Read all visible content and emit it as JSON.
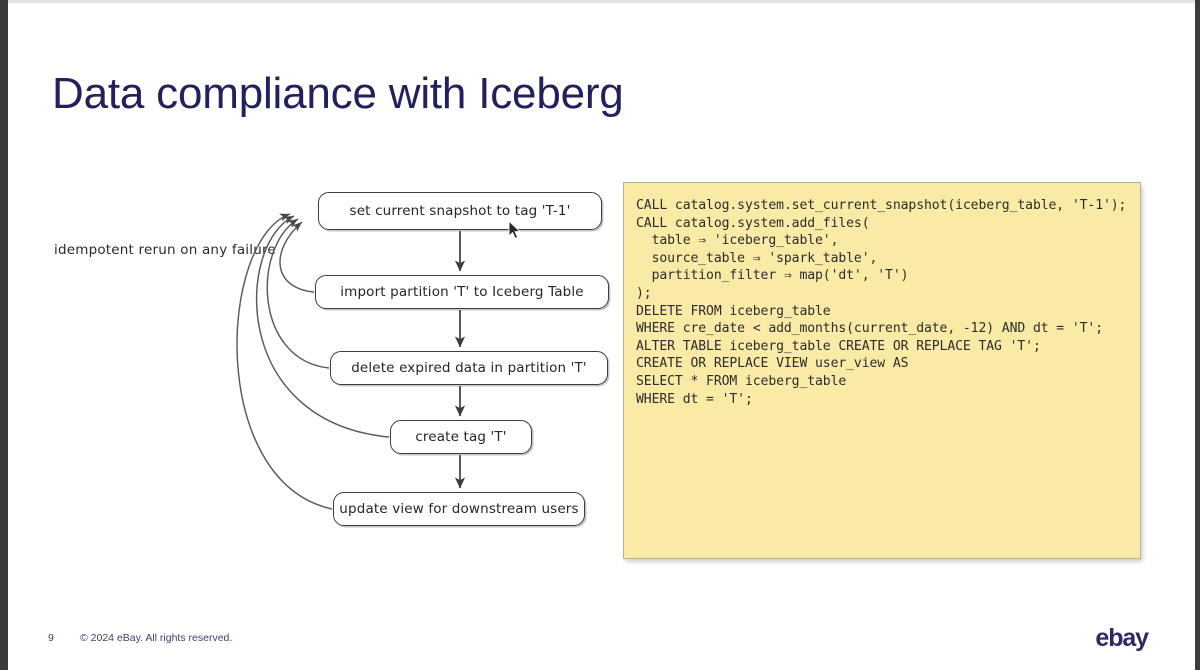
{
  "slide": {
    "title": "Data compliance with Iceberg",
    "page_number": "9",
    "copyright": "© 2024 eBay. All rights reserved.",
    "brand": "ebay",
    "accent_color": "#22215b",
    "code_bg_color": "#f9eba6"
  },
  "flow": {
    "annotation": "idempotent rerun on any failure",
    "nodes": [
      {
        "id": "n1",
        "label": "set current snapshot to tag 'T-1'"
      },
      {
        "id": "n2",
        "label": "import partition 'T' to Iceberg Table"
      },
      {
        "id": "n3",
        "label": "delete expired data in partition 'T'"
      },
      {
        "id": "n4",
        "label": "create tag 'T'"
      },
      {
        "id": "n5",
        "label": "update view for downstream users"
      }
    ]
  },
  "code": {
    "lines": [
      "CALL catalog.system.set_current_snapshot(iceberg_table, 'T-1');",
      "",
      "",
      "CALL catalog.system.add_files(",
      "  table ⇒ 'iceberg_table',",
      "  source_table ⇒ 'spark_table',",
      "  partition_filter ⇒ map('dt', 'T')",
      ");",
      "",
      "",
      "DELETE FROM iceberg_table",
      "WHERE cre_date < add_months(current_date, -12) AND dt = 'T';",
      "",
      "",
      "",
      "ALTER TABLE iceberg_table CREATE OR REPLACE TAG 'T';",
      "",
      "",
      "",
      "",
      "CREATE OR REPLACE VIEW user_view AS",
      "SELECT * FROM iceberg_table",
      "WHERE dt = 'T';"
    ]
  }
}
